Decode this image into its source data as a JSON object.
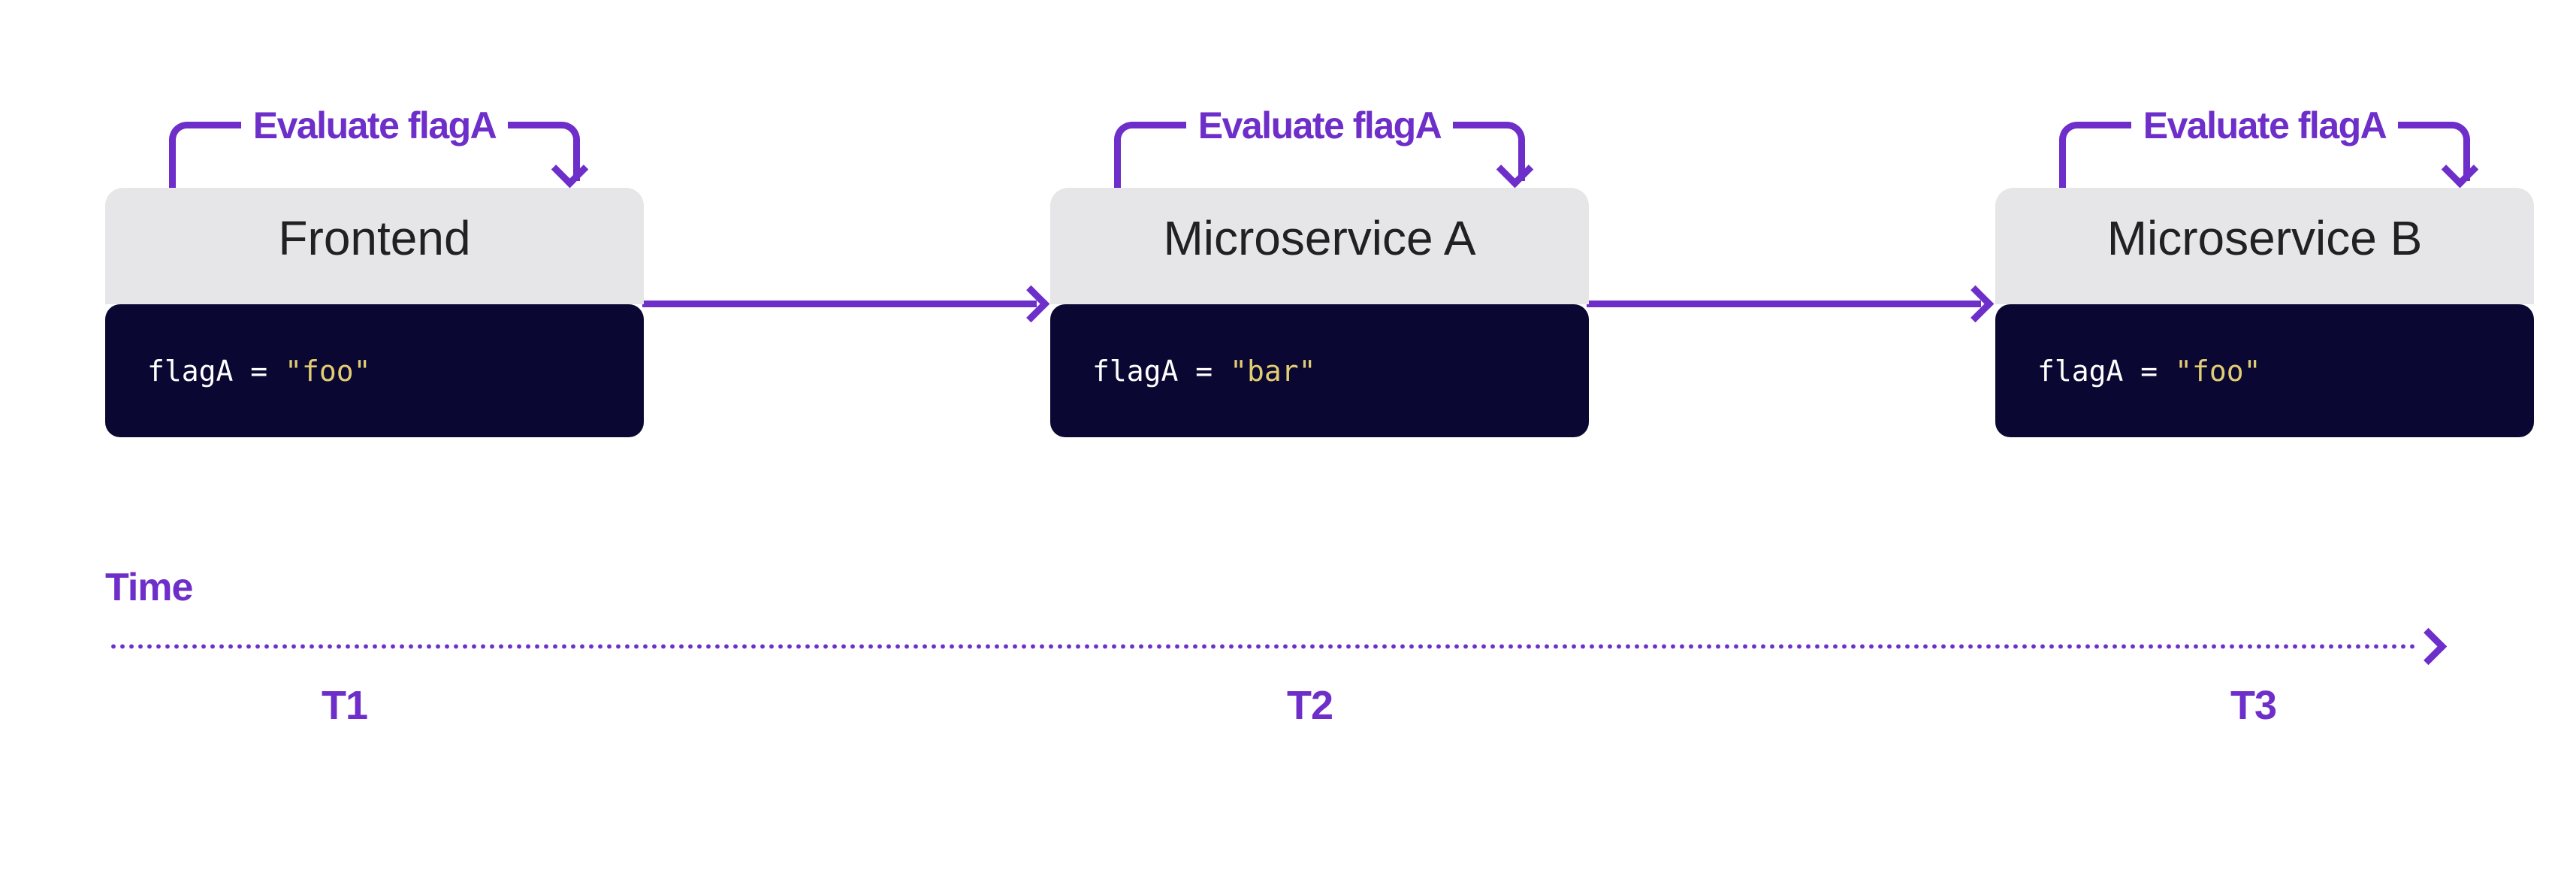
{
  "services": [
    {
      "callout_label": "Evaluate flagA",
      "name": "Frontend",
      "code": {
        "variable": "flagA",
        "operator": "=",
        "value": "\"foo\""
      },
      "time_label": "T1"
    },
    {
      "callout_label": "Evaluate flagA",
      "name": "Microservice A",
      "code": {
        "variable": "flagA",
        "operator": "=",
        "value": "\"bar\""
      },
      "time_label": "T2"
    },
    {
      "callout_label": "Evaluate flagA",
      "name": "Microservice B",
      "code": {
        "variable": "flagA",
        "operator": "=",
        "value": "\"foo\""
      },
      "time_label": "T3"
    }
  ],
  "time_axis": {
    "label": "Time"
  },
  "colors": {
    "purple": "#6e2ec9",
    "navy": "#0a0733",
    "header_gray": "#e6e5e7",
    "service_text": "#212121",
    "code_text": "#ffffff",
    "code_string": "#e2cd72",
    "background": "#ffffff"
  }
}
